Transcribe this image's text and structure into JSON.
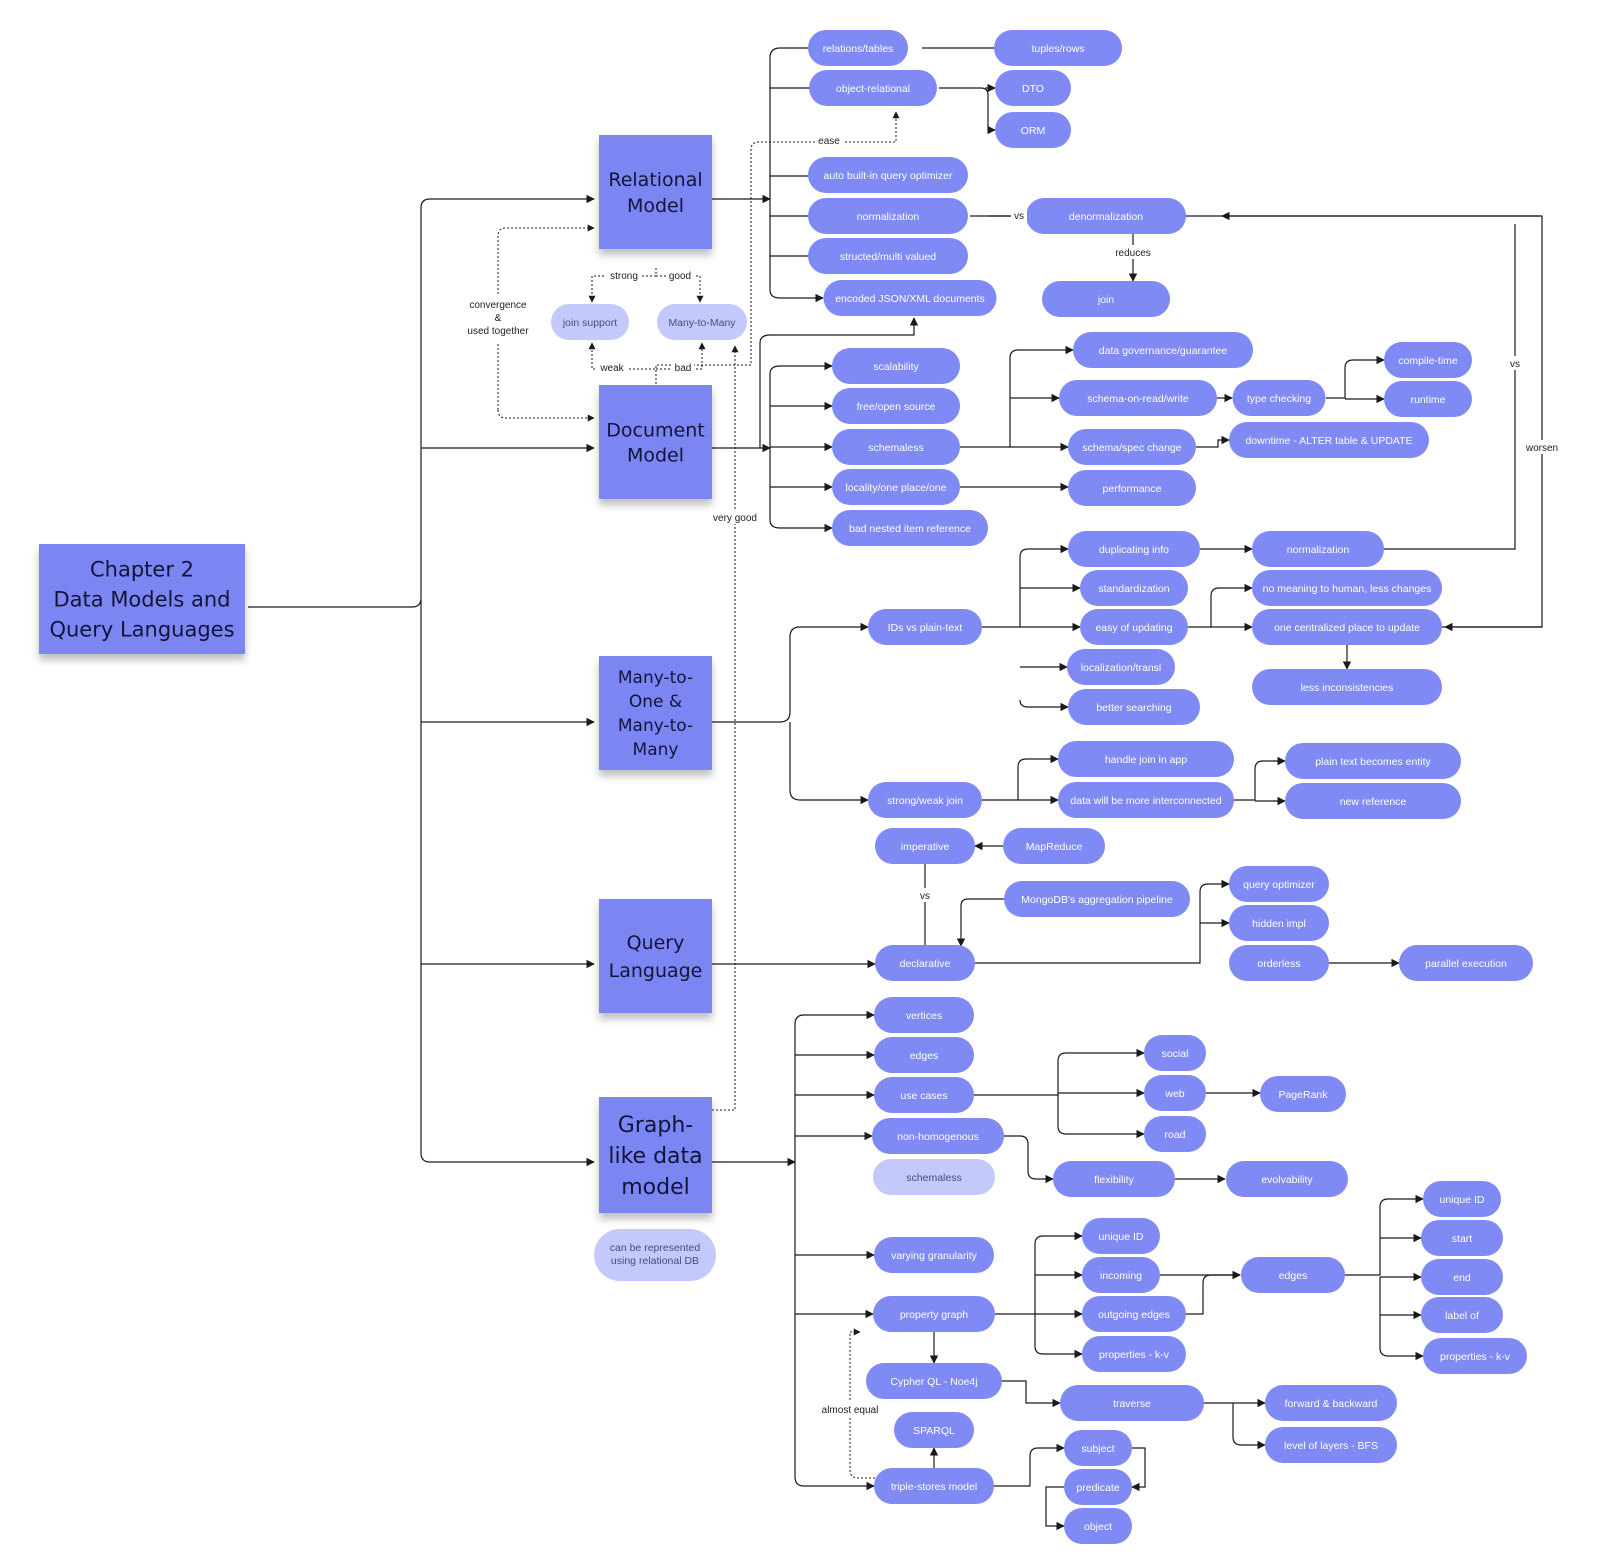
{
  "colors": {
    "pill": "#7f8af5",
    "pill_light": "#c3c9fb",
    "sticky": "#7b86f3",
    "line": "#1a1a1a"
  },
  "main_topic": [
    "Chapter 2",
    "Data Models and",
    "Query Languages"
  ],
  "topics": {
    "relational": [
      "Relational",
      "Model"
    ],
    "document": [
      "Document",
      "Model"
    ],
    "many": [
      "Many-to-",
      "One &",
      "Many-to-",
      "Many"
    ],
    "query": [
      "Query",
      "Language"
    ],
    "graph": [
      "Graph-",
      "like data",
      "model"
    ]
  },
  "nodes": {
    "relations_tables": "relations/tables",
    "tuples_rows": "tuples/rows",
    "object_relational": "object-relational",
    "dto": "DTO",
    "orm": "ORM",
    "auto_optimizer": "auto built-in query optimizer",
    "normalization": "normalization",
    "denormalization": "denormalization",
    "structured": "structed/multi valued",
    "join": "join",
    "encoded_json": "encoded JSON/XML documents",
    "join_support": "join support",
    "many_to_many": "Many-to-Many",
    "scalability": "scalability",
    "free_open": "free/open source",
    "schemaless_doc": "schemaless",
    "locality": "locality/one place/one",
    "bad_nested": "bad nested item reference",
    "data_governance": "data governance/guarantee",
    "schema_on_read": "schema-on-read/write",
    "type_checking": "type checking",
    "compile_time": "compile-time",
    "runtime": "runtime",
    "schema_change": "schema/spec change",
    "downtime": "downtime - ALTER table & UPDATE",
    "performance": "performance",
    "duplicating": "duplicating info",
    "normalization2": "normalization",
    "standardization": "standardization",
    "no_meaning": "no meaning to human, less changes",
    "easy_updating": "easy of updating",
    "one_place": "one centralized place to update",
    "ids_vs_text": "IDs vs plain-text",
    "localization": "localization/transl",
    "less_inconsistencies": "less inconsistencies",
    "better_searching": "better searching",
    "handle_join": "handle join in app",
    "plain_text_entity": "plain text becomes entity",
    "strong_weak_join": "strong/weak join",
    "more_interconnected": "data will be more interconnected",
    "new_reference": "new reference",
    "imperative": "imperative",
    "mapreduce": "MapReduce",
    "mongodb_pipeline": "MongoDB's aggregation pipeline",
    "query_optimizer": "query optimizer",
    "hidden_impl": "hidden impl",
    "declarative": "declarative",
    "orderless": "orderless",
    "parallel_execution": "parallel execution",
    "vertices": "vertices",
    "edges_g": "edges",
    "use_cases": "use cases",
    "social": "social",
    "web": "web",
    "pagerank": "PageRank",
    "road": "road",
    "non_homogenous": "non-homogenous",
    "schemaless_graph": "schemaless",
    "flexibility": "flexibility",
    "evolvability": "evolvability",
    "can_be_represented": [
      "can be represented",
      "using relational DB"
    ],
    "varying_granularity": "varying granularity",
    "unique_id_pg": "unique ID",
    "incoming": "incoming",
    "outgoing_edges": "outgoing edges",
    "properties_pg": "properties - k-v",
    "property_graph": "property graph",
    "edges_pg": "edges",
    "unique_id_e": "unique ID",
    "start": "start",
    "end": "end",
    "label_of": "label of",
    "properties_e": "properties - k-v",
    "cypher": "Cypher QL - Noe4j",
    "traverse": "traverse",
    "forward_backward": "forward & backward",
    "level_layers": "level of layers - BFS",
    "sparql": "SPARQL",
    "triple_stores": "triple-stores model",
    "subject": "subject",
    "predicate": "predicate",
    "object": "object"
  },
  "edge_labels": {
    "ease": "ease",
    "vs1": "vs",
    "reduces": "reduces",
    "strong": "strong",
    "good": "good",
    "weak": "weak",
    "bad": "bad",
    "convergence": [
      "convergence",
      "&",
      "used together"
    ],
    "very_good": "very good",
    "vs_right": "vs",
    "worsen": "worsen",
    "vs_query": "vs",
    "almost_equal": "almost equal"
  }
}
